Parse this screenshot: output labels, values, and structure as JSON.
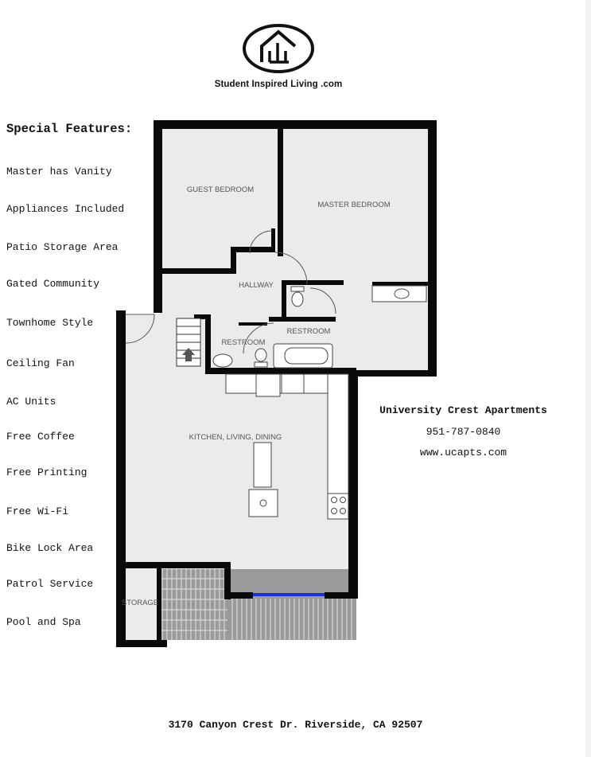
{
  "brand": {
    "name": "Student Inspired Living .com"
  },
  "features": {
    "title": "Special Features:",
    "items": [
      "Master has Vanity",
      "Appliances Included",
      "Patio Storage Area",
      "Gated Community",
      "Townhome Style",
      "Ceiling Fan",
      "AC Units",
      "Free Coffee",
      "Free Printing",
      "Free Wi-Fi",
      "Bike Lock Area",
      "Patrol Service",
      "Pool and Spa"
    ]
  },
  "floorplan": {
    "rooms": {
      "guest_bedroom": "GUEST BEDROOM",
      "master_bedroom": "MASTER BEDROOM",
      "hallway": "HALLWAY",
      "restroom_upper": "RESTROOM",
      "restroom_lower": "RESTROOM",
      "kitchen_living_dining": "KITCHEN, LIVING, DINING",
      "storage": "STORAGE"
    },
    "colors": {
      "wall": "#0a0a0a",
      "floor": "#ebebeb",
      "window": "#1f2fd6",
      "patio": "#8d8d8d"
    }
  },
  "contact": {
    "name": "University Crest Apartments",
    "phone": "951-787-0840",
    "website": "www.ucapts.com"
  },
  "address": "3170 Canyon Crest Dr. Riverside, CA 92507"
}
